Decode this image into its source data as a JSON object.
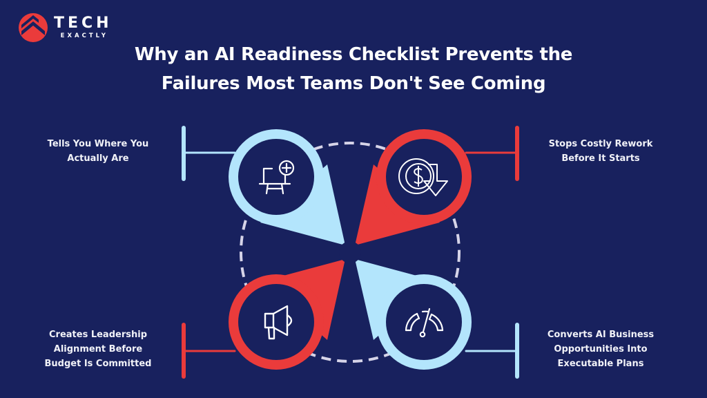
{
  "brand": {
    "name_line1": "TECH",
    "name_line2": "EXACTLY",
    "logo_icon": "chevron-up-logo-icon",
    "color": "#ea3b3b"
  },
  "title": {
    "line1": "Why an AI Readiness Checklist Prevents the",
    "line2": "Failures Most Teams Don't See Coming"
  },
  "colors": {
    "background": "#18215e",
    "light_blue": "#b3e5fc",
    "red": "#ea3b3b",
    "dashed_ring": "#d6d4e8",
    "text": "#ffffff"
  },
  "items": [
    {
      "position": "top-left",
      "icon": "presentation-board-plus-icon",
      "color": "light_blue",
      "label_line1": "Tells You Where You",
      "label_line2": "Actually Are",
      "label_line3": ""
    },
    {
      "position": "top-right",
      "icon": "dollar-coin-down-arrow-icon",
      "color": "red",
      "label_line1": "Stops Costly Rework",
      "label_line2": "Before It Starts",
      "label_line3": ""
    },
    {
      "position": "bottom-left",
      "icon": "megaphone-icon",
      "color": "red",
      "label_line1": "Creates Leadership",
      "label_line2": "Alignment Before",
      "label_line3": "Budget Is Committed"
    },
    {
      "position": "bottom-right",
      "icon": "speedometer-gauge-icon",
      "color": "light_blue",
      "label_line1": "Converts AI Business",
      "label_line2": "Opportunities Into",
      "label_line3": "Executable Plans"
    }
  ]
}
